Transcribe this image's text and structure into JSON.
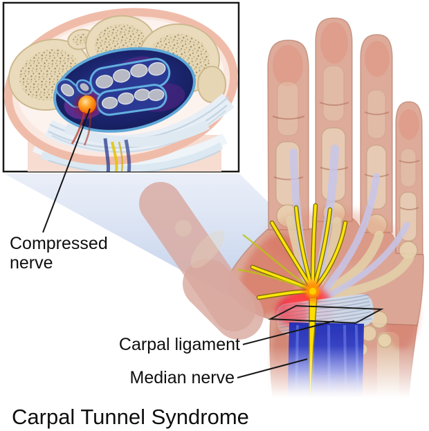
{
  "figure": {
    "title": "Carpal Tunnel Syndrome",
    "labels": {
      "compressed_nerve": "Compressed nerve",
      "carpal_ligament": "Carpal ligament",
      "median_nerve": "Median nerve"
    },
    "colors": {
      "nerve_yellow": "#FFE000",
      "inflamed_red": "#EE2F45",
      "compressed_nerve_orange": "#FF8800",
      "carpal_tunnel_navy": "#1C2670",
      "forearm_band_blue": "#2E40C8",
      "ligament_gray_blue": "#D3DFEA",
      "skin": "#DCA797",
      "bone": "#E8DABB",
      "zoom_wedge_blue": "#9FB6DE",
      "outline_black": "#151515"
    }
  }
}
